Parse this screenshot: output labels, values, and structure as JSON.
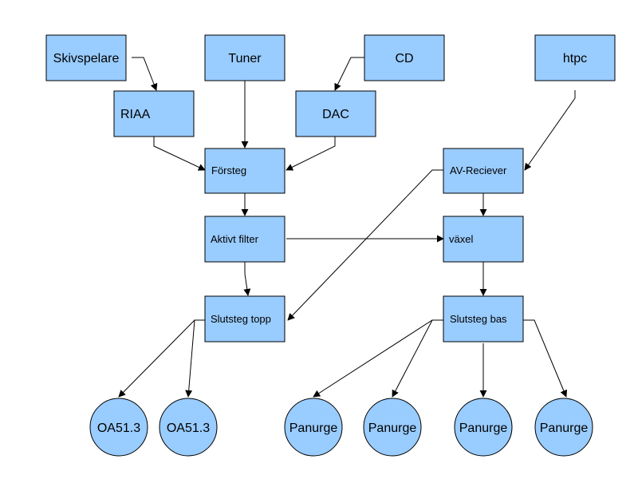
{
  "colors": {
    "node_fill": "#99ccff",
    "node_stroke": "#000000",
    "edge": "#000000",
    "background": "#ffffff"
  },
  "nodes": {
    "skivspelare": "Skivspelare",
    "tuner": "Tuner",
    "cd": "CD",
    "htpc": "htpc",
    "riaa": "RIAA",
    "dac": "DAC",
    "forsteg": "Försteg",
    "av_reciever": "AV-Reciever",
    "aktivt_filter": "Aktivt filter",
    "vaxel": "växel",
    "slutsteg_topp": "Slutsteg topp",
    "slutsteg_bas": "Slutsteg bas",
    "oa_left": "OA51.3",
    "oa_right": "OA51.3",
    "panurge_1": "Panurge",
    "panurge_2": "Panurge",
    "panurge_3": "Panurge",
    "panurge_4": "Panurge"
  }
}
